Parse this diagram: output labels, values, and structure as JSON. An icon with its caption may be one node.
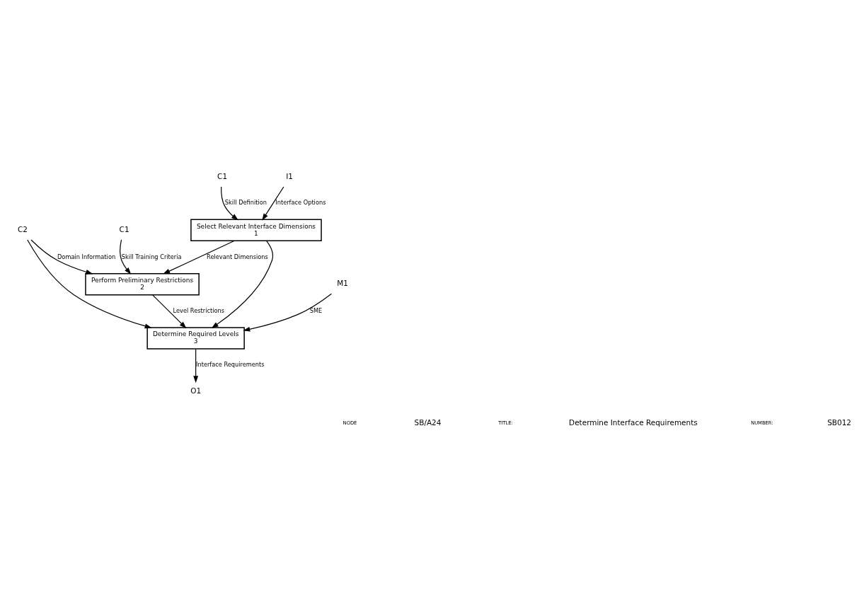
{
  "diagram": {
    "nodes": [
      {
        "text": [
          "C1"
        ]
      },
      {
        "text": [
          "I1"
        ]
      },
      {
        "text": [
          "Select Relevant Interface Dimensions",
          "1"
        ]
      },
      {
        "text": [
          "C1"
        ]
      },
      {
        "text": [
          "C2"
        ]
      },
      {
        "text": [
          "Perform Preliminary Restrictions",
          "2"
        ]
      },
      {
        "text": [
          "Determine Required Levels",
          "3"
        ]
      },
      {
        "text": [
          "O1"
        ]
      },
      {
        "text": [
          "M1"
        ]
      }
    ],
    "edges": [
      {
        "from": 0,
        "to": 2,
        "arrow": "to",
        "label": "Skill Definition"
      },
      {
        "from": 1,
        "to": 2,
        "arrow": "to",
        "label": "Interface Options"
      },
      {
        "from": 3,
        "to": 5,
        "arrow": "to",
        "label": "Skill Training Criteria"
      },
      {
        "from": 4,
        "to": 5,
        "arrow": "to",
        "label": "Domain Information"
      },
      {
        "from": 4,
        "to": 6,
        "arrow": "to"
      },
      {
        "from": 2,
        "to": 5,
        "arrow": "to",
        "label": "Relevant Dimensions"
      },
      {
        "from": 2,
        "to": 6,
        "arrow": "to"
      },
      {
        "from": 5,
        "to": 6,
        "arrow": "to",
        "label": "Level Restrictions"
      },
      {
        "from": 6,
        "to": 7,
        "arrow": "to",
        "label": "Interface Requirements"
      },
      {
        "from": 8,
        "to": 6,
        "arrow": "to",
        "label": "SME"
      }
    ],
    "labels": [
      "NODE",
      "SB/A24",
      "TITLE:",
      "Determine Interface Requirements",
      "NUMBER:",
      "SB012"
    ]
  }
}
